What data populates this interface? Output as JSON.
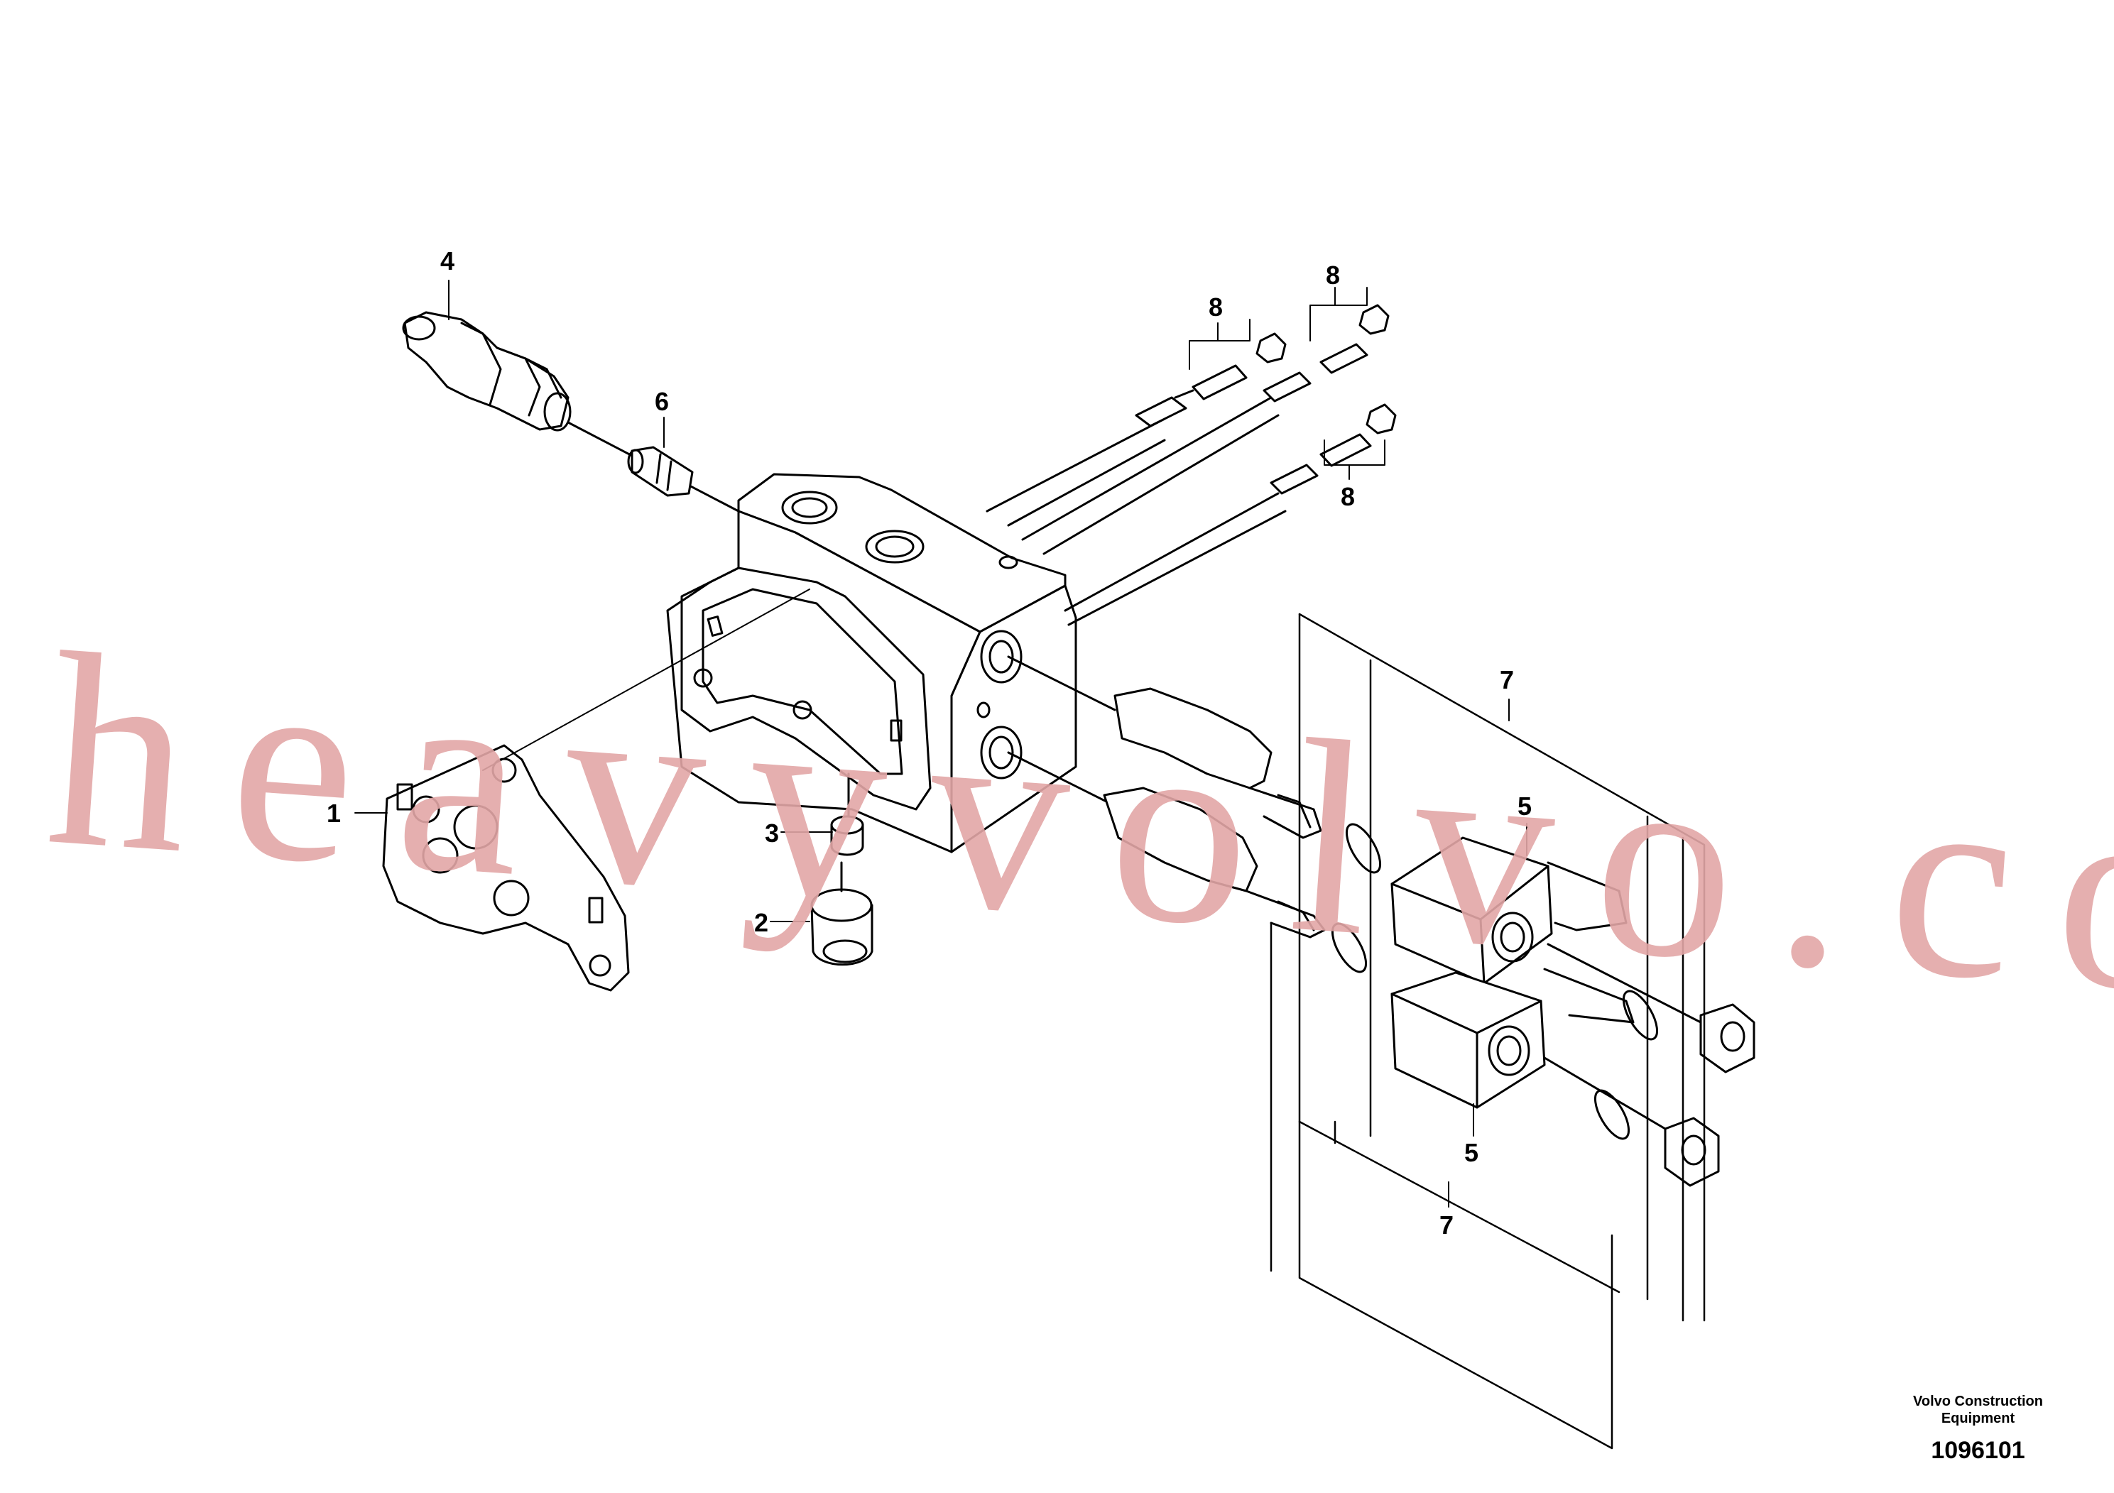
{
  "callouts": {
    "c1": "1",
    "c2": "2",
    "c3": "3",
    "c4": "4",
    "c5a": "5",
    "c5b": "5",
    "c6": "6",
    "c7a": "7",
    "c7b": "7",
    "c8a": "8",
    "c8b": "8",
    "c8c": "8"
  },
  "watermark": "heavyvolvo.com",
  "footer": {
    "company_line1": "Volvo Construction",
    "company_line2": "Equipment",
    "drawing_number": "1096101"
  },
  "colors": {
    "line": "#000000",
    "watermark": "#e3a7a7",
    "background": "#ffffff"
  }
}
